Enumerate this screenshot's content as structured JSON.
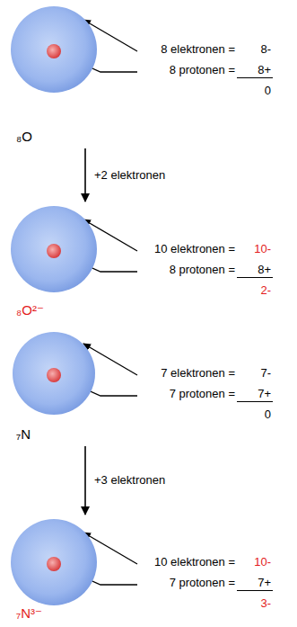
{
  "diagram": {
    "nodes": [
      {
        "text": [
          "₈O"
        ]
      },
      {
        "text": [
          "₈O²⁻"
        ]
      },
      {
        "text": [
          "₇N"
        ]
      },
      {
        "text": [
          "₇N³⁻"
        ]
      }
    ],
    "edges": [
      {
        "from": 0,
        "to": 1,
        "arrow": "to",
        "label": "+2 elektronen"
      },
      {
        "from": 2,
        "to": 3,
        "arrow": "to",
        "label": "+3 elektronen"
      }
    ],
    "labels": [
      "8 elektronen =",
      "8-",
      "8 protonen =",
      "8+",
      "0",
      "10 elektronen =",
      "10-",
      "8 protonen =",
      "8+",
      "2-",
      "7 elektronen =",
      "7-",
      "7 protonen =",
      "7+",
      "0",
      "10 elektronen =",
      "10-",
      "7 protonen =",
      "7+",
      "3-"
    ]
  }
}
